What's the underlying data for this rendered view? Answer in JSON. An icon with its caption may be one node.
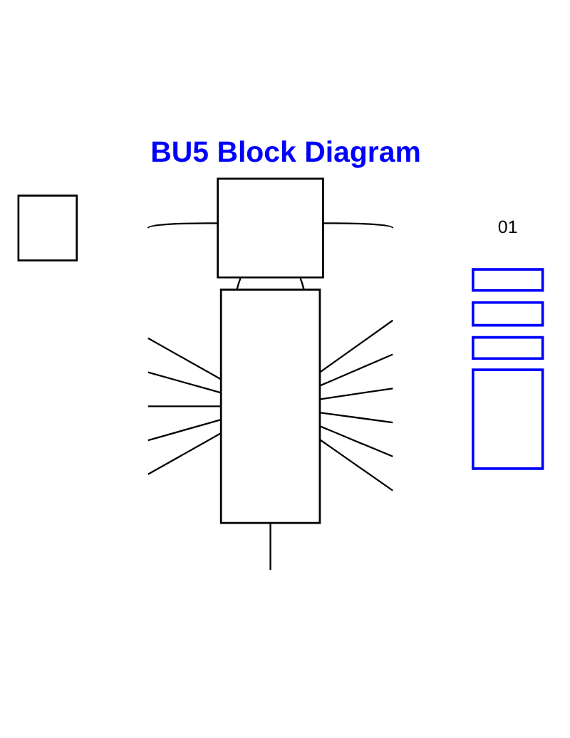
{
  "diagram": {
    "title": "BU5 Block Diagram",
    "nodes": [
      {
        "text": [],
        "shape": "box"
      },
      {
        "text": [],
        "shape": "box"
      },
      {
        "text": [],
        "shape": "box"
      },
      {
        "text": [],
        "shape": "box"
      },
      {
        "text": [],
        "shape": "box"
      },
      {
        "text": [],
        "shape": "box"
      },
      {
        "text": [],
        "shape": "box"
      }
    ],
    "edges": [
      {
        "from": null,
        "to": 1,
        "arrow": "none"
      },
      {
        "from": 1,
        "to": null,
        "arrow": "none"
      },
      {
        "from": 1,
        "to": 2,
        "arrow": "none"
      },
      {
        "from": 1,
        "to": 2,
        "arrow": "none"
      },
      {
        "from": null,
        "to": 2,
        "arrow": "none"
      },
      {
        "from": null,
        "to": 2,
        "arrow": "none"
      },
      {
        "from": null,
        "to": 2,
        "arrow": "none"
      },
      {
        "from": null,
        "to": 2,
        "arrow": "none"
      },
      {
        "from": null,
        "to": 2,
        "arrow": "none"
      },
      {
        "from": 2,
        "to": null,
        "arrow": "none"
      },
      {
        "from": 2,
        "to": null,
        "arrow": "none"
      },
      {
        "from": 2,
        "to": null,
        "arrow": "none"
      },
      {
        "from": 2,
        "to": null,
        "arrow": "none"
      },
      {
        "from": 2,
        "to": null,
        "arrow": "none"
      },
      {
        "from": 2,
        "to": null,
        "arrow": "none"
      },
      {
        "from": 2,
        "to": null,
        "arrow": "none"
      }
    ],
    "labels": [
      "01"
    ]
  }
}
